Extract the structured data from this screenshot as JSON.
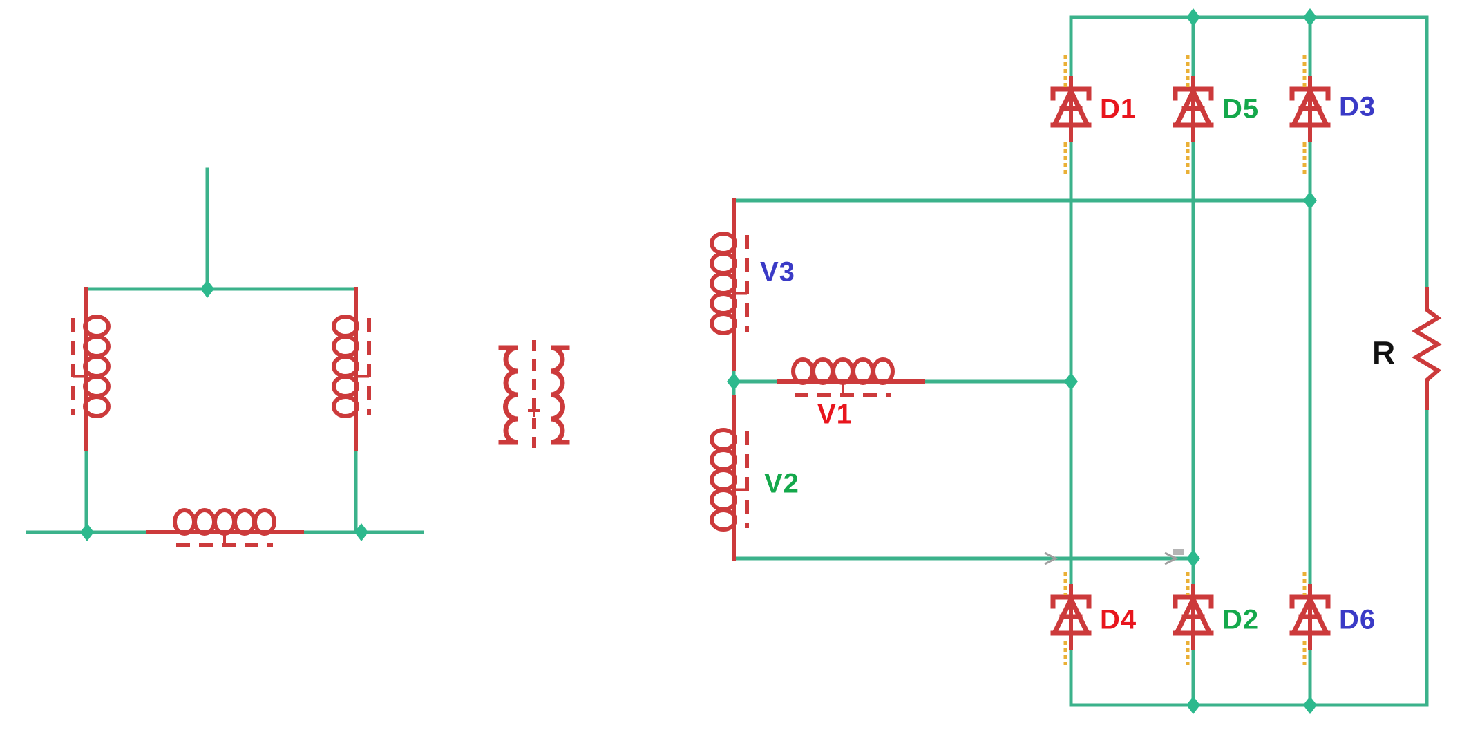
{
  "colors": {
    "wire_green": "#3bb28b",
    "junction_green": "#2db98d",
    "component_red": "#cc3a3b",
    "label_red": "#e8151d",
    "label_green": "#14a84b",
    "label_blue": "#3a3ac6",
    "label_black": "#111111",
    "annotation_yellow": "#eab036",
    "annotation_gray": "#9f9f9f",
    "background": "#ffffff"
  },
  "rectifier": {
    "diodes_top": [
      {
        "label": "D1",
        "color": "#e8151d"
      },
      {
        "label": "D5",
        "color": "#14a84b"
      },
      {
        "label": "D3",
        "color": "#3a3ac6"
      }
    ],
    "diodes_bottom": [
      {
        "label": "D4",
        "color": "#e8151d"
      },
      {
        "label": "D2",
        "color": "#14a84b"
      },
      {
        "label": "D6",
        "color": "#3a3ac6"
      }
    ],
    "load": {
      "label": "R",
      "color": "#111111"
    }
  },
  "source": {
    "windings": [
      {
        "label": "V3",
        "color": "#3a3ac6"
      },
      {
        "label": "V1",
        "color": "#e8151d"
      },
      {
        "label": "V2",
        "color": "#14a84b"
      }
    ]
  },
  "icons": {
    "junction_dot": "diamond-junction-icon",
    "winding": "inductor-winding-icon",
    "diode": "diode-icon",
    "resistor": "resistor-zigzag-icon",
    "transformer": "transformer-core-icon"
  }
}
